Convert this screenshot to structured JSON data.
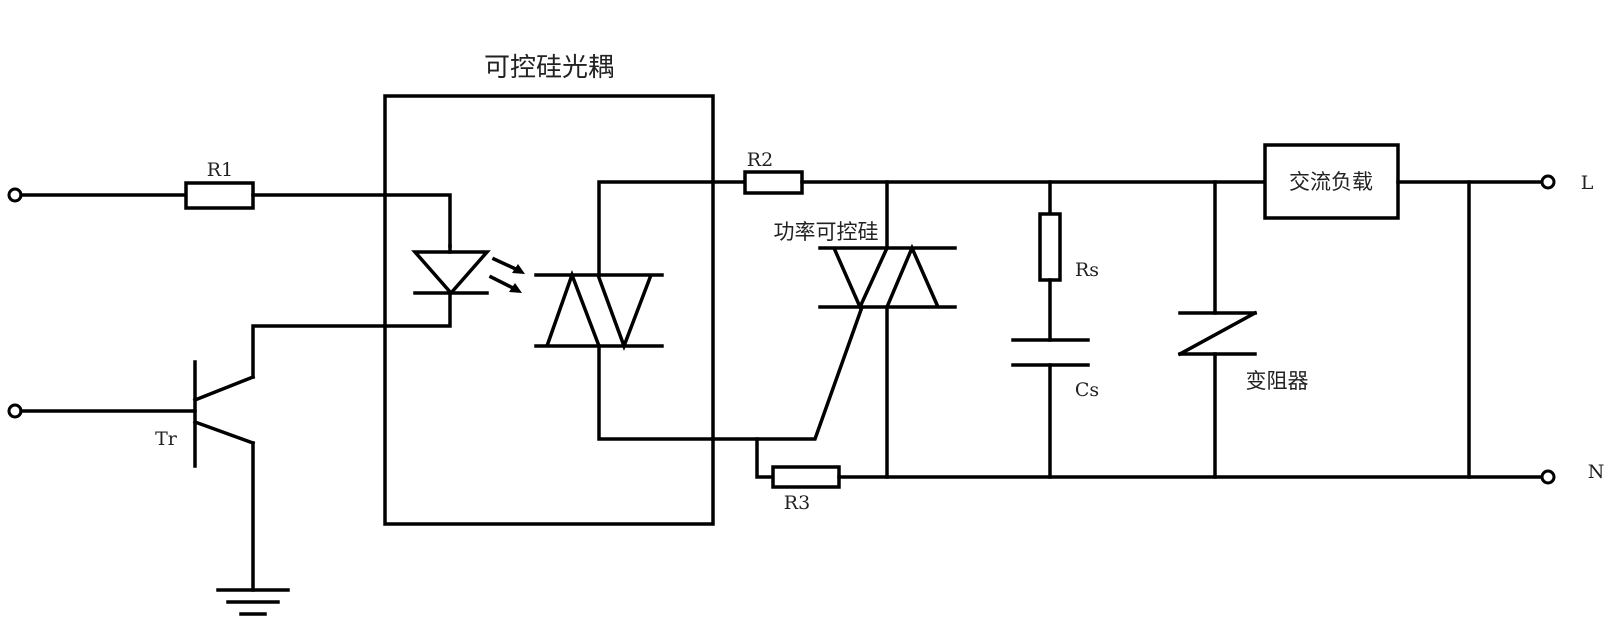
{
  "diagram": {
    "type": "triac-optocoupler-ac-switch-circuit",
    "labels": {
      "optocoupler_title": "可控硅光耦",
      "r1": "R1",
      "r2": "R2",
      "r3": "R3",
      "transistor": "Tr",
      "power_triac": "功率可控硅",
      "rs": "Rs",
      "cs": "Cs",
      "varistor": "变阻器",
      "ac_load": "交流负载",
      "line_terminal": "L",
      "neutral_terminal": "N"
    },
    "components": [
      {
        "id": "R1",
        "kind": "resistor"
      },
      {
        "id": "Tr",
        "kind": "npn-transistor"
      },
      {
        "id": "optocoupler",
        "kind": "triac-optocoupler",
        "contains": [
          "led",
          "opto-triac"
        ]
      },
      {
        "id": "R2",
        "kind": "resistor"
      },
      {
        "id": "R3",
        "kind": "resistor"
      },
      {
        "id": "power_triac",
        "kind": "triac"
      },
      {
        "id": "Rs",
        "kind": "resistor"
      },
      {
        "id": "Cs",
        "kind": "capacitor"
      },
      {
        "id": "varistor",
        "kind": "varistor"
      },
      {
        "id": "ac_load",
        "kind": "load"
      },
      {
        "id": "ground",
        "kind": "ground"
      }
    ],
    "colors": {
      "line": "#000000",
      "text": "#222222",
      "background": "#ffffff"
    }
  }
}
